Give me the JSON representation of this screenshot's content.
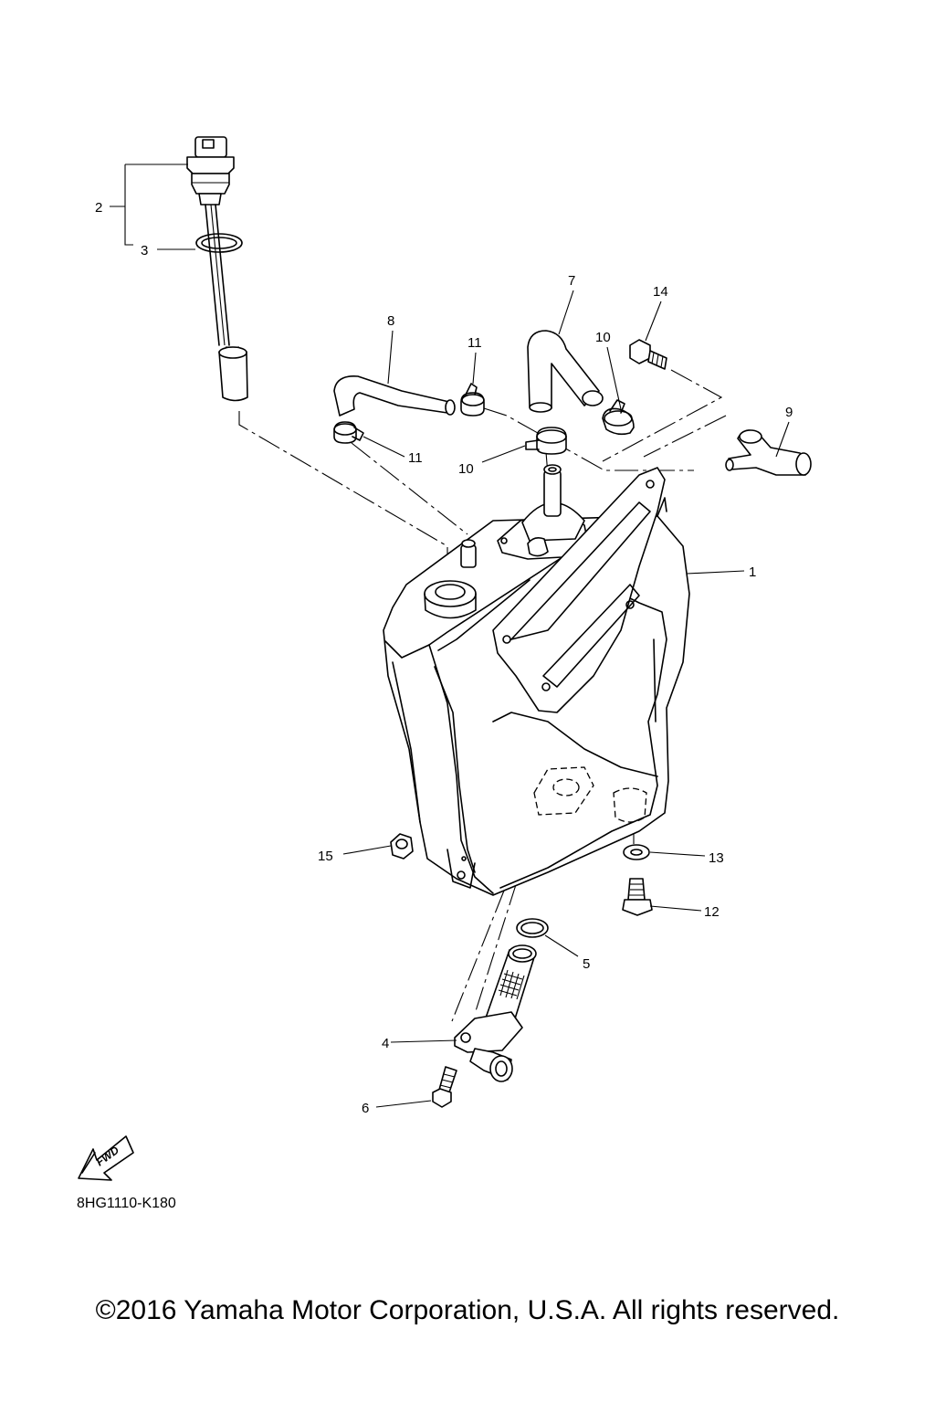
{
  "callouts": {
    "c1": "1",
    "c2": "2",
    "c3": "3",
    "c4": "4",
    "c5": "5",
    "c6": "6",
    "c7": "7",
    "c8": "8",
    "c9": "9",
    "c10a": "10",
    "c10b": "10",
    "c11a": "11",
    "c11b": "11",
    "c12": "12",
    "c13": "13",
    "c14": "14",
    "c15": "15"
  },
  "fwd_label": "FWD",
  "diagram_code": "8HG1110-K180",
  "copyright": "©2016 Yamaha Motor Corporation, U.S.A. All rights reserved."
}
